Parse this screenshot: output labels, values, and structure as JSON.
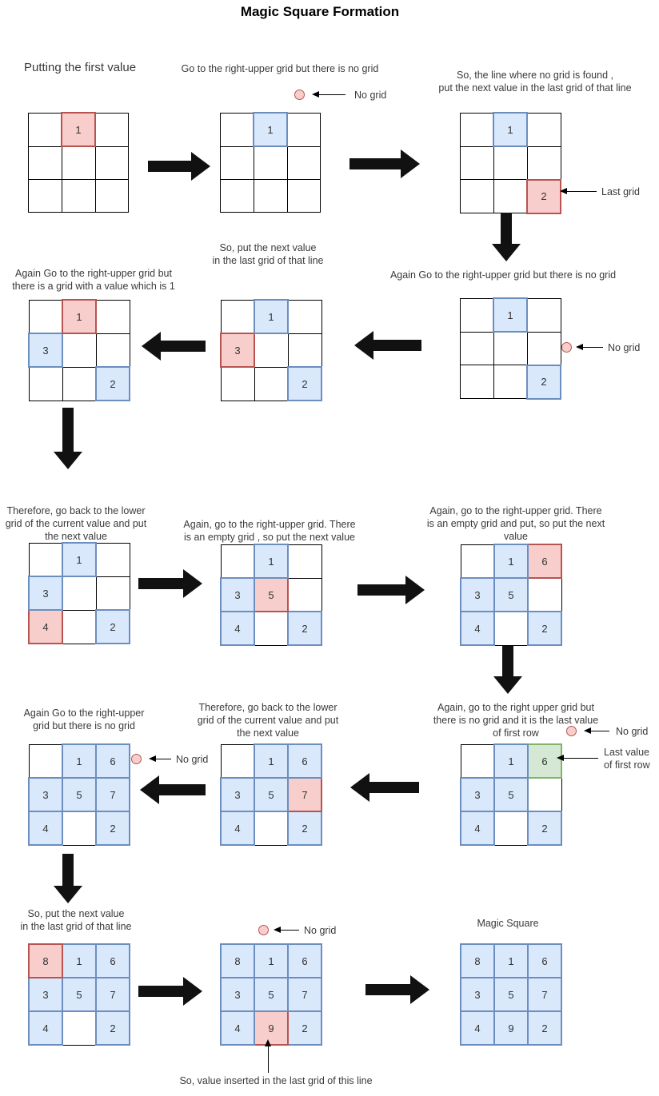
{
  "title": "Magic Square Formation",
  "colors": {
    "cell_blue_fill": "#dae8fc",
    "cell_blue_border": "#6c8ebf",
    "cell_pink_fill": "#f8cecc",
    "cell_pink_border": "#b85450",
    "cell_green_fill": "#d5e8d4",
    "cell_green_border": "#82b366",
    "arrow": "#111111"
  },
  "annotations": {
    "no_grid": "No grid",
    "last_grid": "Last grid",
    "last_value_of_first_row": "Last value\nof first row",
    "value_inserted_note": "So, value inserted in the last grid of this line"
  },
  "steps": [
    {
      "caption": "Putting the first value",
      "cells": [
        {
          "v": "",
          "c": "white"
        },
        {
          "v": "1",
          "c": "pink"
        },
        {
          "v": "",
          "c": "white"
        },
        {
          "v": "",
          "c": "white"
        },
        {
          "v": "",
          "c": "white"
        },
        {
          "v": "",
          "c": "white"
        },
        {
          "v": "",
          "c": "white"
        },
        {
          "v": "",
          "c": "white"
        },
        {
          "v": "",
          "c": "white"
        }
      ]
    },
    {
      "caption": "Go to the right-upper grid but there is no grid",
      "cells": [
        {
          "v": "",
          "c": "white"
        },
        {
          "v": "1",
          "c": "blue"
        },
        {
          "v": "",
          "c": "white"
        },
        {
          "v": "",
          "c": "white"
        },
        {
          "v": "",
          "c": "white"
        },
        {
          "v": "",
          "c": "white"
        },
        {
          "v": "",
          "c": "white"
        },
        {
          "v": "",
          "c": "white"
        },
        {
          "v": "",
          "c": "white"
        }
      ]
    },
    {
      "caption": "So, the line where no grid is found ,\nput the next value in the last grid of that  line",
      "cells": [
        {
          "v": "",
          "c": "white"
        },
        {
          "v": "1",
          "c": "blue"
        },
        {
          "v": "",
          "c": "white"
        },
        {
          "v": "",
          "c": "white"
        },
        {
          "v": "",
          "c": "white"
        },
        {
          "v": "",
          "c": "white"
        },
        {
          "v": "",
          "c": "white"
        },
        {
          "v": "",
          "c": "white"
        },
        {
          "v": "2",
          "c": "pink"
        }
      ]
    },
    {
      "caption": "Again Go to the right-upper grid but there is no grid",
      "cells": [
        {
          "v": "",
          "c": "white"
        },
        {
          "v": "1",
          "c": "blue"
        },
        {
          "v": "",
          "c": "white"
        },
        {
          "v": "",
          "c": "white"
        },
        {
          "v": "",
          "c": "white"
        },
        {
          "v": "",
          "c": "white"
        },
        {
          "v": "",
          "c": "white"
        },
        {
          "v": "",
          "c": "white"
        },
        {
          "v": "2",
          "c": "blue"
        }
      ]
    },
    {
      "caption": "So, put the next value\nin the last grid of that  line",
      "cells": [
        {
          "v": "",
          "c": "white"
        },
        {
          "v": "1",
          "c": "blue"
        },
        {
          "v": "",
          "c": "white"
        },
        {
          "v": "3",
          "c": "pink"
        },
        {
          "v": "",
          "c": "white"
        },
        {
          "v": "",
          "c": "white"
        },
        {
          "v": "",
          "c": "white"
        },
        {
          "v": "",
          "c": "white"
        },
        {
          "v": "2",
          "c": "blue"
        }
      ]
    },
    {
      "caption": "Again Go to the right-upper grid but\nthere is a grid with a value which is 1",
      "cells": [
        {
          "v": "",
          "c": "white"
        },
        {
          "v": "1",
          "c": "pink"
        },
        {
          "v": "",
          "c": "white"
        },
        {
          "v": "3",
          "c": "blue"
        },
        {
          "v": "",
          "c": "white"
        },
        {
          "v": "",
          "c": "white"
        },
        {
          "v": "",
          "c": "white"
        },
        {
          "v": "",
          "c": "white"
        },
        {
          "v": "2",
          "c": "blue"
        }
      ]
    },
    {
      "caption": "Therefore, go back to the lower\ngrid of the current value and put\nthe next value",
      "cells": [
        {
          "v": "",
          "c": "white"
        },
        {
          "v": "1",
          "c": "blue"
        },
        {
          "v": "",
          "c": "white"
        },
        {
          "v": "3",
          "c": "blue"
        },
        {
          "v": "",
          "c": "white"
        },
        {
          "v": "",
          "c": "white"
        },
        {
          "v": "4",
          "c": "pink"
        },
        {
          "v": "",
          "c": "white"
        },
        {
          "v": "2",
          "c": "blue"
        }
      ]
    },
    {
      "caption": "Again, go to the right-upper grid. There\nis an empty grid , so put the next value",
      "cells": [
        {
          "v": "",
          "c": "white"
        },
        {
          "v": "1",
          "c": "blue"
        },
        {
          "v": "",
          "c": "white"
        },
        {
          "v": "3",
          "c": "blue"
        },
        {
          "v": "5",
          "c": "pink"
        },
        {
          "v": "",
          "c": "white"
        },
        {
          "v": "4",
          "c": "blue"
        },
        {
          "v": "",
          "c": "white"
        },
        {
          "v": "2",
          "c": "blue"
        }
      ]
    },
    {
      "caption": "Again, go to the right-upper grid. There\nis an empty grid and put, so put the next\nvalue",
      "cells": [
        {
          "v": "",
          "c": "white"
        },
        {
          "v": "1",
          "c": "blue"
        },
        {
          "v": "6",
          "c": "pink"
        },
        {
          "v": "3",
          "c": "blue"
        },
        {
          "v": "5",
          "c": "blue"
        },
        {
          "v": "",
          "c": "white"
        },
        {
          "v": "4",
          "c": "blue"
        },
        {
          "v": "",
          "c": "white"
        },
        {
          "v": "2",
          "c": "blue"
        }
      ]
    },
    {
      "caption": "Again, go to the right upper grid but\nthere is no grid and it is the last value\nof first row",
      "cells": [
        {
          "v": "",
          "c": "white"
        },
        {
          "v": "1",
          "c": "blue"
        },
        {
          "v": "6",
          "c": "green"
        },
        {
          "v": "3",
          "c": "blue"
        },
        {
          "v": "5",
          "c": "blue"
        },
        {
          "v": "",
          "c": "white"
        },
        {
          "v": "4",
          "c": "blue"
        },
        {
          "v": "",
          "c": "white"
        },
        {
          "v": "2",
          "c": "blue"
        }
      ]
    },
    {
      "caption": "Therefore, go back to the lower\ngrid of the current value and put\nthe next value",
      "cells": [
        {
          "v": "",
          "c": "white"
        },
        {
          "v": "1",
          "c": "blue"
        },
        {
          "v": "6",
          "c": "blue"
        },
        {
          "v": "3",
          "c": "blue"
        },
        {
          "v": "5",
          "c": "blue"
        },
        {
          "v": "7",
          "c": "pink"
        },
        {
          "v": "4",
          "c": "blue"
        },
        {
          "v": "",
          "c": "white"
        },
        {
          "v": "2",
          "c": "blue"
        }
      ]
    },
    {
      "caption": "Again Go to the right-upper\ngrid but there is no grid",
      "cells": [
        {
          "v": "",
          "c": "white"
        },
        {
          "v": "1",
          "c": "blue"
        },
        {
          "v": "6",
          "c": "blue"
        },
        {
          "v": "3",
          "c": "blue"
        },
        {
          "v": "5",
          "c": "blue"
        },
        {
          "v": "7",
          "c": "blue"
        },
        {
          "v": "4",
          "c": "blue"
        },
        {
          "v": "",
          "c": "white"
        },
        {
          "v": "2",
          "c": "blue"
        }
      ]
    },
    {
      "caption": "So, put the next value\nin the last grid of that  line",
      "cells": [
        {
          "v": "8",
          "c": "pink"
        },
        {
          "v": "1",
          "c": "blue"
        },
        {
          "v": "6",
          "c": "blue"
        },
        {
          "v": "3",
          "c": "blue"
        },
        {
          "v": "5",
          "c": "blue"
        },
        {
          "v": "7",
          "c": "blue"
        },
        {
          "v": "4",
          "c": "blue"
        },
        {
          "v": "",
          "c": "white"
        },
        {
          "v": "2",
          "c": "blue"
        }
      ]
    },
    {
      "caption": "",
      "cells": [
        {
          "v": "8",
          "c": "blue"
        },
        {
          "v": "1",
          "c": "blue"
        },
        {
          "v": "6",
          "c": "blue"
        },
        {
          "v": "3",
          "c": "blue"
        },
        {
          "v": "5",
          "c": "blue"
        },
        {
          "v": "7",
          "c": "blue"
        },
        {
          "v": "4",
          "c": "blue"
        },
        {
          "v": "9",
          "c": "pink"
        },
        {
          "v": "2",
          "c": "blue"
        }
      ]
    },
    {
      "caption": "Magic Square",
      "cells": [
        {
          "v": "8",
          "c": "blue"
        },
        {
          "v": "1",
          "c": "blue"
        },
        {
          "v": "6",
          "c": "blue"
        },
        {
          "v": "3",
          "c": "blue"
        },
        {
          "v": "5",
          "c": "blue"
        },
        {
          "v": "7",
          "c": "blue"
        },
        {
          "v": "4",
          "c": "blue"
        },
        {
          "v": "9",
          "c": "blue"
        },
        {
          "v": "2",
          "c": "blue"
        }
      ]
    }
  ]
}
